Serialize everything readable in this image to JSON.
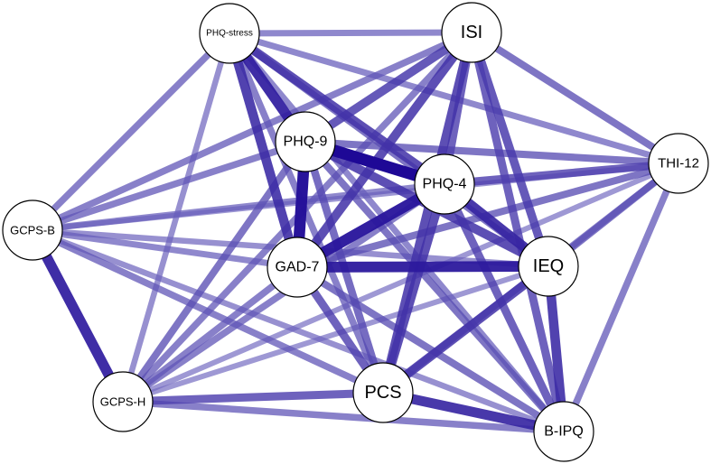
{
  "nodes": [
    {
      "id": "PHQ-stress",
      "label": "PHQ-stress"
    },
    {
      "id": "ISI",
      "label": "ISI"
    },
    {
      "id": "PHQ-9",
      "label": "PHQ-9"
    },
    {
      "id": "PHQ-4",
      "label": "PHQ-4"
    },
    {
      "id": "THI-12",
      "label": "THI-12"
    },
    {
      "id": "GCPS-B",
      "label": "GCPS-B"
    },
    {
      "id": "GAD-7",
      "label": "GAD-7"
    },
    {
      "id": "IEQ",
      "label": "IEQ"
    },
    {
      "id": "GCPS-H",
      "label": "GCPS-H"
    },
    {
      "id": "PCS",
      "label": "PCS"
    },
    {
      "id": "B-IPQ",
      "label": "B-IPQ"
    }
  ],
  "edges": [
    {
      "from": "PHQ-9",
      "to": "PHQ-4",
      "weight": 1.0
    },
    {
      "from": "PHQ-9",
      "to": "GAD-7",
      "weight": 0.95
    },
    {
      "from": "PHQ-4",
      "to": "GAD-7",
      "weight": 0.9
    },
    {
      "from": "GAD-7",
      "to": "IEQ",
      "weight": 0.88
    },
    {
      "from": "GCPS-B",
      "to": "GCPS-H",
      "weight": 0.85
    },
    {
      "from": "PHQ-stress",
      "to": "PHQ-9",
      "weight": 0.85
    },
    {
      "from": "PHQ-stress",
      "to": "GAD-7",
      "weight": 0.75
    },
    {
      "from": "PHQ-stress",
      "to": "PHQ-4",
      "weight": 0.7
    },
    {
      "from": "PHQ-4",
      "to": "IEQ",
      "weight": 0.8
    },
    {
      "from": "PHQ-9",
      "to": "IEQ",
      "weight": 0.7
    },
    {
      "from": "PCS",
      "to": "B-IPQ",
      "weight": 0.8
    },
    {
      "from": "IEQ",
      "to": "B-IPQ",
      "weight": 0.75
    },
    {
      "from": "IEQ",
      "to": "PCS",
      "weight": 0.7
    },
    {
      "from": "ISI",
      "to": "GAD-7",
      "weight": 0.7
    },
    {
      "from": "ISI",
      "to": "PCS",
      "weight": 0.7
    },
    {
      "from": "ISI",
      "to": "IEQ",
      "weight": 0.65
    },
    {
      "from": "ISI",
      "to": "PHQ-9",
      "weight": 0.65
    },
    {
      "from": "ISI",
      "to": "PHQ-4",
      "weight": 0.6
    },
    {
      "from": "ISI",
      "to": "B-IPQ",
      "weight": 0.6
    },
    {
      "from": "PHQ-4",
      "to": "PCS",
      "weight": 0.7
    },
    {
      "from": "PHQ-4",
      "to": "B-IPQ",
      "weight": 0.6
    },
    {
      "from": "PHQ-4",
      "to": "THI-12",
      "weight": 0.6
    },
    {
      "from": "PHQ-9",
      "to": "THI-12",
      "weight": 0.5
    },
    {
      "from": "GAD-7",
      "to": "PCS",
      "weight": 0.6
    },
    {
      "from": "GAD-7",
      "to": "B-IPQ",
      "weight": 0.5
    },
    {
      "from": "GAD-7",
      "to": "THI-12",
      "weight": 0.5
    },
    {
      "from": "PHQ-9",
      "to": "PCS",
      "weight": 0.55
    },
    {
      "from": "PHQ-9",
      "to": "B-IPQ",
      "weight": 0.5
    },
    {
      "from": "GCPS-H",
      "to": "PCS",
      "weight": 0.6
    },
    {
      "from": "GCPS-H",
      "to": "B-IPQ",
      "weight": 0.45
    },
    {
      "from": "GCPS-H",
      "to": "PHQ-9",
      "weight": 0.5
    },
    {
      "from": "GCPS-H",
      "to": "PHQ-4",
      "weight": 0.45
    },
    {
      "from": "GCPS-H",
      "to": "GAD-7",
      "weight": 0.45
    },
    {
      "from": "GCPS-H",
      "to": "ISI",
      "weight": 0.45
    },
    {
      "from": "GCPS-H",
      "to": "IEQ",
      "weight": 0.3
    },
    {
      "from": "GCPS-H",
      "to": "THI-12",
      "weight": 0.3
    },
    {
      "from": "GCPS-H",
      "to": "PHQ-stress",
      "weight": 0.35
    },
    {
      "from": "GCPS-B",
      "to": "PHQ-stress",
      "weight": 0.45
    },
    {
      "from": "GCPS-B",
      "to": "ISI",
      "weight": 0.45
    },
    {
      "from": "GCPS-B",
      "to": "PHQ-9",
      "weight": 0.45
    },
    {
      "from": "GCPS-B",
      "to": "PHQ-4",
      "weight": 0.4
    },
    {
      "from": "GCPS-B",
      "to": "GAD-7",
      "weight": 0.4
    },
    {
      "from": "GCPS-B",
      "to": "IEQ",
      "weight": 0.35
    },
    {
      "from": "GCPS-B",
      "to": "PCS",
      "weight": 0.45
    },
    {
      "from": "GCPS-B",
      "to": "B-IPQ",
      "weight": 0.35
    },
    {
      "from": "GCPS-B",
      "to": "THI-12",
      "weight": 0.3
    },
    {
      "from": "PHQ-stress",
      "to": "ISI",
      "weight": 0.4
    },
    {
      "from": "PHQ-stress",
      "to": "THI-12",
      "weight": 0.4
    },
    {
      "from": "PHQ-stress",
      "to": "IEQ",
      "weight": 0.5
    },
    {
      "from": "PHQ-stress",
      "to": "PCS",
      "weight": 0.45
    },
    {
      "from": "PHQ-stress",
      "to": "B-IPQ",
      "weight": 0.4
    },
    {
      "from": "ISI",
      "to": "THI-12",
      "weight": 0.5
    },
    {
      "from": "THI-12",
      "to": "IEQ",
      "weight": 0.5
    },
    {
      "from": "THI-12",
      "to": "PCS",
      "weight": 0.45
    },
    {
      "from": "THI-12",
      "to": "B-IPQ",
      "weight": 0.45
    }
  ]
}
